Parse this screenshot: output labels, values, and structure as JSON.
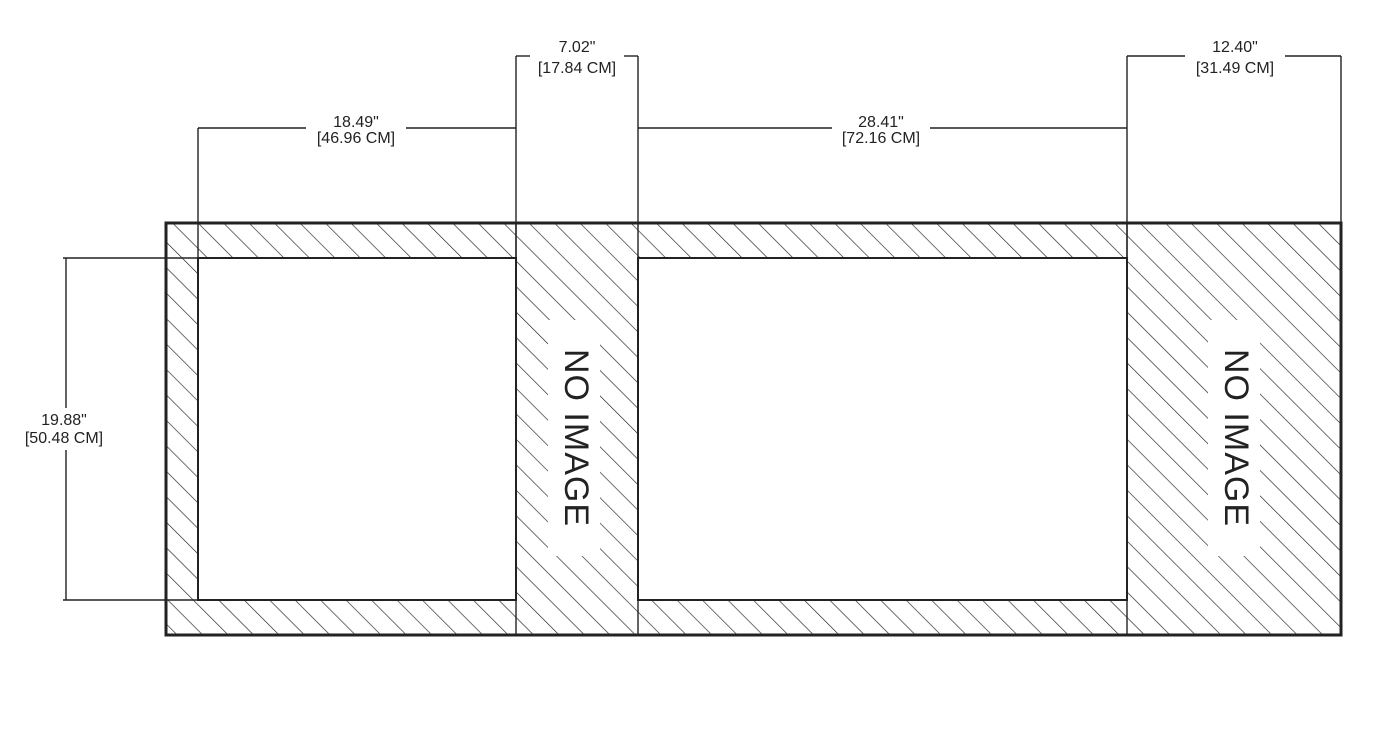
{
  "colors": {
    "ink": "#222222",
    "paper": "#ffffff"
  },
  "dimensions": {
    "left_opening_width": {
      "in": "18.49\"",
      "cm": "[46.96 CM]"
    },
    "center_panel_width": {
      "in": "7.02\"",
      "cm": "[17.84 CM]"
    },
    "right_opening_width": {
      "in": "28.41\"",
      "cm": "[72.16 CM]"
    },
    "right_panel_width": {
      "in": "12.40\"",
      "cm": "[31.49 CM]"
    },
    "opening_height": {
      "in": "19.88\"",
      "cm": "[50.48 CM]"
    }
  },
  "panels": {
    "center_label": "NO IMAGE",
    "right_label": "NO IMAGE"
  }
}
